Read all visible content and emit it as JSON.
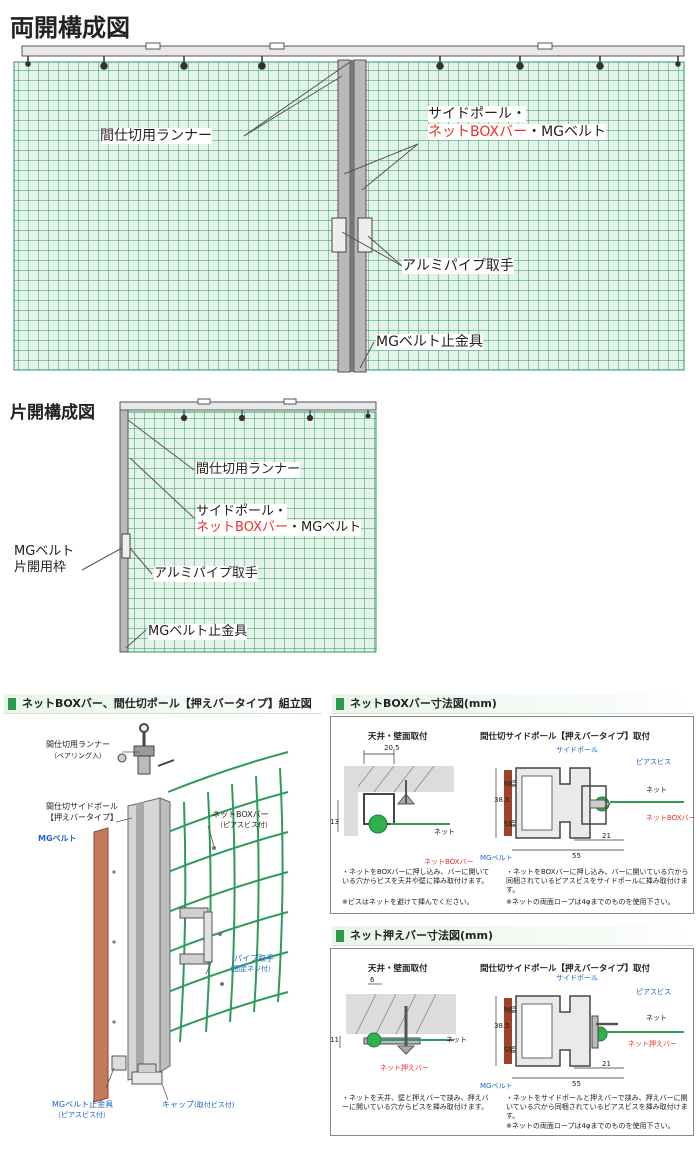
{
  "double": {
    "title": "両開構成図",
    "runner": "間仕切用ランナー",
    "pole1": "サイドポール・",
    "pole2_red": "ネットBOXバー",
    "pole2_rest": "・MGベルト",
    "handle": "アルミパイプ取手",
    "stopper": "MGベルト止金具"
  },
  "single": {
    "title": "片開構成図",
    "runner": "間仕切用ランナー",
    "pole1": "サイドポール・",
    "pole2_red": "ネットBOXバー",
    "pole2_rest": "・MGベルト",
    "frame1": "MGベルト",
    "frame2": "片開用枠",
    "handle": "アルミパイプ取手",
    "stopper": "MGベルト止金具"
  },
  "assembly": {
    "heading": "ネットBOXバー、間仕切ポール【押えバータイプ】組立図",
    "runner": "間仕切用ランナー",
    "runner_sub": "（ベアリング入）",
    "side_pole": "間仕切サイドポール",
    "side_pole_sub": "【押えバータイプ】",
    "mg_belt": "MGベルト",
    "netbox": "ネットBOXバー",
    "netbox_sub": "（ピアスビス付）",
    "pipe": "パイプ取手",
    "pipe_sub": "（固定ネジ付）",
    "stopper": "MGベルト止金具",
    "stopper_sub": "（ピアスビス付）",
    "cap": "キャップ",
    "cap_sub": "(取付ビス付)"
  },
  "netbox_dim": {
    "heading": "ネットBOXバー寸法図(mm)",
    "left_title": "天井・壁面取付",
    "right_title": "間仕切サイドポール【押えバータイプ】取付",
    "dim_205": "20.5",
    "dim_13": "13",
    "net": "ネット",
    "netbox": "ネットBOXバー",
    "side_pole": "サイドポール",
    "pierce": "ピアスビス",
    "dim_385": "38.5",
    "n_width": "N幅",
    "s_width": "S幅",
    "dim_21": "21",
    "dim_55": "55",
    "mg_belt": "MGベルト",
    "note_l1": "・ネットをBOXバーに押し込み、バーに開いている穴からビスを天井や壁に挿み取付けます。",
    "note_l2": "※ビスはネットを避けて挿んでください。",
    "note_r1": "・ネットをBOXバーに押し込み、バーに開いている穴から同梱されているピアスビスをサイドポールに挿み取付けます。",
    "note_r2": "※ネットの両面ロープは4φまでのものを使用下さい。"
  },
  "press_dim": {
    "heading": "ネット押えバー寸法図(mm)",
    "left_title": "天井・壁面取付",
    "right_title": "間仕切サイドポール【押えバータイプ】取付",
    "dim_6": "6",
    "dim_11": "11",
    "net": "ネット",
    "press_bar": "ネット押えバー",
    "side_pole": "サイドポール",
    "pierce": "ピアスビス",
    "dim_385": "38.5",
    "n_width": "N幅",
    "s_width": "S幅",
    "dim_21": "21",
    "dim_55": "55",
    "mg_belt": "MGベルト",
    "note_l1": "・ネットを天井、壁と押えバーで挟み、押えバーに開いている穴からビスを挿み取付けます。",
    "note_r1": "・ネットをサイドポールと押えバーで挟み、押えバーに開いている穴から同梱されているピアスビスを挿み取付けます。",
    "note_r2": "※ネットの両面ロープは4φまでのものを使用下さい。"
  },
  "colors": {
    "net": "#2e9a5c",
    "net_bg": "#dff1e6",
    "accent_red": "#e8322c",
    "header_green": "#2f9b4b",
    "belt": "#b35c3a"
  }
}
